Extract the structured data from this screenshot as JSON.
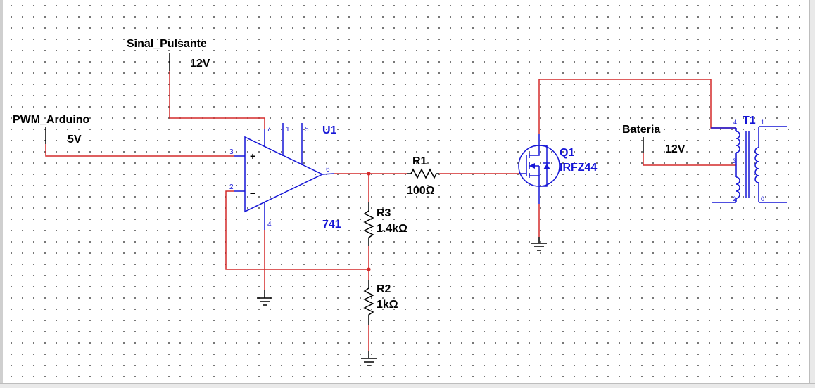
{
  "sources": {
    "pulse": {
      "name": "Sinal_Pulsante",
      "value": "12V"
    },
    "pwm": {
      "name": "PWM_Arduino",
      "value": "5V"
    },
    "battery": {
      "name": "Bateria",
      "value": "12V"
    }
  },
  "opamp": {
    "ref": "U1",
    "model": "741",
    "pins": {
      "p7": "7",
      "p1": "1",
      "p5": "5",
      "p3": "3",
      "p2": "2",
      "p6": "6",
      "p4": "4"
    },
    "plus": "+",
    "minus": "–"
  },
  "resistors": [
    {
      "ref": "R1",
      "value": "100Ω"
    },
    {
      "ref": "R3",
      "value": "1.4kΩ"
    },
    {
      "ref": "R2",
      "value": "1kΩ"
    }
  ],
  "mosfet": {
    "ref": "Q1",
    "model": "IRFZ44"
  },
  "transformer": {
    "ref": "T1",
    "pins": {
      "p4": "4",
      "p3": "3",
      "p2": "2",
      "p1": "1",
      "p0": "0"
    }
  },
  "colors": {
    "wire": "#d42a2a",
    "component": "#1515d6",
    "ground": "#000000",
    "node": "#d42a2a"
  }
}
